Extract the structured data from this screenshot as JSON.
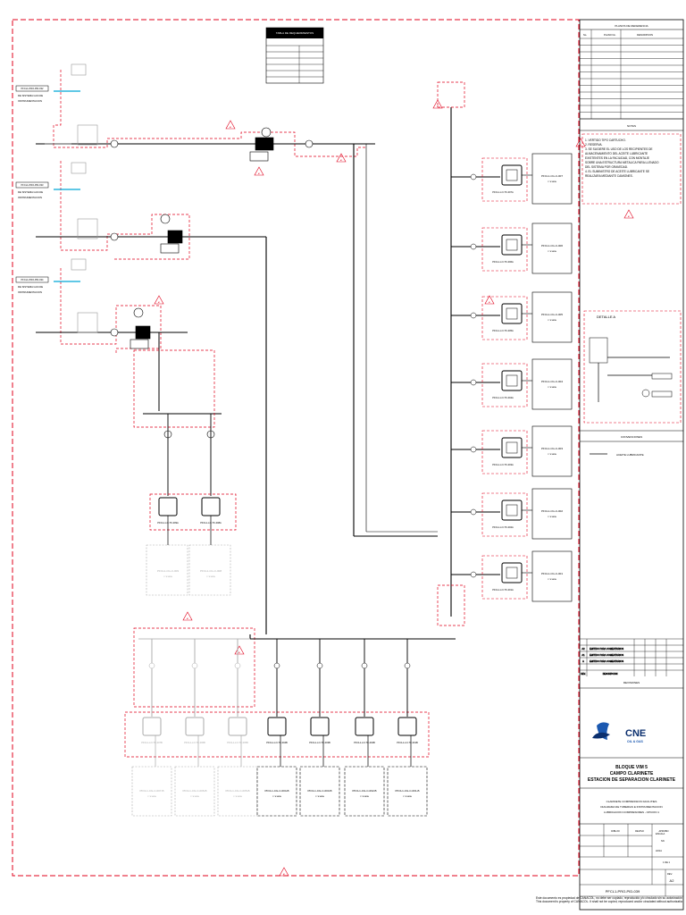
{
  "title_block": {
    "ref_header": "PLANOS DE REFERENCIA",
    "ref_columns": [
      "No.",
      "PLANO No.",
      "DESCRIPCION"
    ],
    "notes_header": "NOTAS",
    "notes": [
      "1. VERTIDO TIPO CARTUCHO.",
      "2. RESERVA.",
      "3. SE SUGIERE EL USO DE LOS RECIPIENTES DE ALMACENAMIENTO DEL ACEITE LUBRICANTE EXISTENTES EN LA FACILIDAD, CON MONTAJE SOBRE UNA ESTRUCTURA METALICA PARA LLENADO DEL SISTEMA POR GRAVEDAD.",
      "4. EL SUMINISTRO DE ACEITE LUBRICANTE SE REALIZARA MEDIANTE CAMIONES."
    ],
    "detail_label": "DETALLE A",
    "conventions_header": "CONVENCIONES",
    "convention_item": "ACEITE LUBRICANTE",
    "revisions_header": "REVISIONES",
    "revisions": [
      {
        "rev": "A2",
        "desc": "EMITIDO PARA COMENTARIOS"
      },
      {
        "rev": "A1",
        "desc": "EMITIDO PARA COMENTARIOS"
      },
      {
        "rev": "A",
        "desc": "EMITIDO PARA COMENTARIOS"
      }
    ],
    "rev_columns": [
      "REV.",
      "DESCRIPCION"
    ],
    "company_name": "CNE",
    "company_sub": "OIL & GAS",
    "block_title": [
      "BLOQUE VIM 5",
      "CAMPO CLARINETE",
      "ESTACION DE SEPARACION CLARINETE"
    ],
    "subtitle": [
      "CLARINETE COMPRESSION FACILITIES",
      "DIAGRAMA DE TUBERIAS E INSTRUMENTACION",
      "LUBRICACION COMPRESORES - OPCION 1"
    ],
    "sign_columns": [
      "DIBUJO",
      "REVISO",
      "APROBO"
    ],
    "scale_label": "ESCALA",
    "scale_value": "SN",
    "sheet_label": "HOJA",
    "sheet_value": "1 DE 1",
    "rev_label": "REV.",
    "rev_value": "A2",
    "drawing_number": "PFCL1-PRO-PID-039",
    "footer_lines": [
      "Este documento es propiedad de CANACOL, no debe ser copiado, reproducido y/o circulado sin su autorización",
      "This document is property of CANACOL. It shall not be copied, reproduced and/or circulated without authorization"
    ]
  },
  "diagram": {
    "tags_tk_right": [
      "PFCL1-LO-TK-007A",
      "PFCL1-LO-TK-006A",
      "PFCL1-LO-TK-005A",
      "PFCL1-LO-TK-004A",
      "PFCL1-LO-TK-003A",
      "PFCL1-LO-TK-002A",
      "PFCL1-LO-TK-001A"
    ],
    "tags_cg_right": [
      "PFCL1-CG-C-007",
      "PFCL1-CG-C-006",
      "PFCL1-CG-C-005",
      "PFCL1-CG-C-004",
      "PFCL1-CG-C-003",
      "PFCL1-CG-C-002",
      "PFCL1-CG-C-001"
    ],
    "tags_tk_left": [
      "PFCL1-LO-TK-009A",
      "PFCL1-LO-TK-008A"
    ],
    "tags_cg_left": [
      "PFCL1-CG-C-009",
      "PFCL1-CG-C-008"
    ],
    "tags_tk_bottom": [
      "PFCL1-LO-TK-007B",
      "PFCL1-LO-TK-006B",
      "PFCL1-LO-TK-005B",
      "PFCL1-LO-TK-004B",
      "PFCL1-LO-TK-003B",
      "PFCL1-LO-TK-002B",
      "PFCL1-LO-TK-001B"
    ],
    "tags_cg_bottom": [
      "PFCL1-CG-C-007-B",
      "PFCL1-CG-C-006-B",
      "PFCL1-CG-C-005-B",
      "PFCL1-CG-C-004-B",
      "PFCL1-CG-C-003-B",
      "PFCL1-CG-C-002-B",
      "PFCL1-CG-C-001-B"
    ],
    "compressor_sub": "1ª ETAPA",
    "source_tags": [
      "PFCL1-PRO-PID-032",
      "PFCL1-PRO-PID-033",
      "PFCL1-PRO-PID-034"
    ],
    "source_label_1": "DE SISTEMA GAS DE",
    "source_label_2": "INSTRUMENTACION",
    "revision_triangle": "A2",
    "table_top_header": "TABLA DE REQUERIMIENTOS"
  }
}
